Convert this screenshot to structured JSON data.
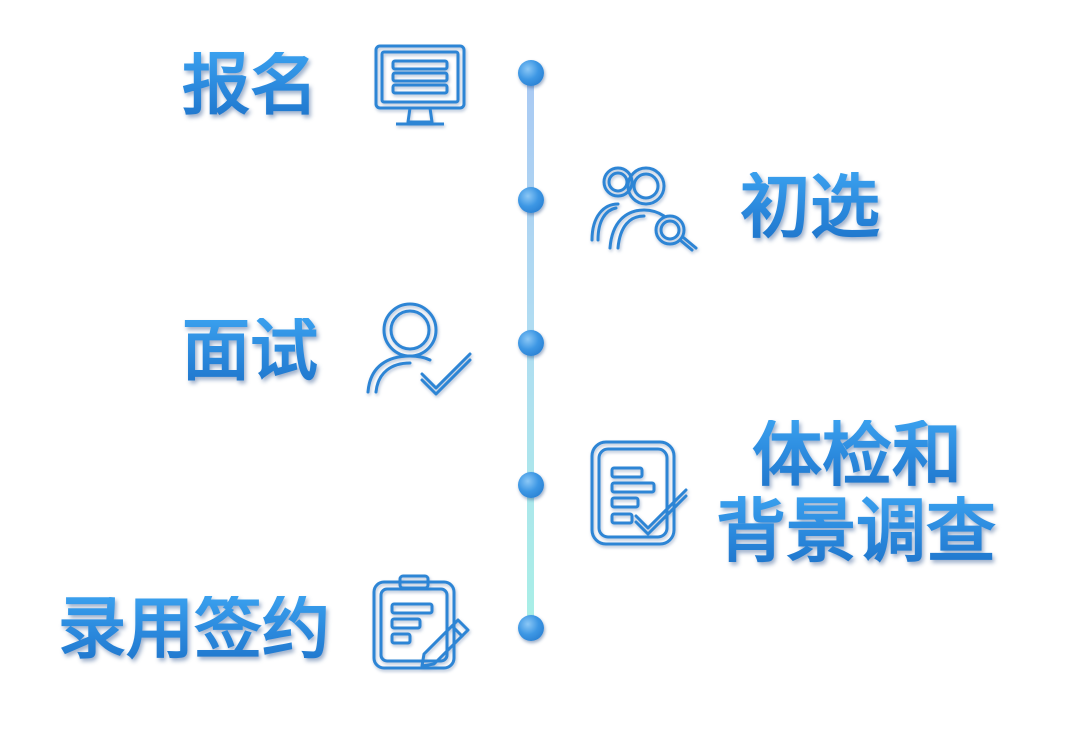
{
  "colors": {
    "accent": "#2a88dc",
    "icon_stroke": "#2d85d5",
    "line_top": "#a9c9f3",
    "line_bottom": "#a8efe6",
    "dot": "#3d97e4"
  },
  "steps": [
    {
      "label": "报名",
      "icon": "computer-monitor-icon"
    },
    {
      "label": "初选",
      "icon": "users-search-icon"
    },
    {
      "label": "面试",
      "icon": "user-check-icon"
    },
    {
      "label_line1": "体检和",
      "label_line2": "背景调查",
      "icon": "document-check-icon"
    },
    {
      "label": "录用签约",
      "icon": "clipboard-sign-icon"
    }
  ]
}
